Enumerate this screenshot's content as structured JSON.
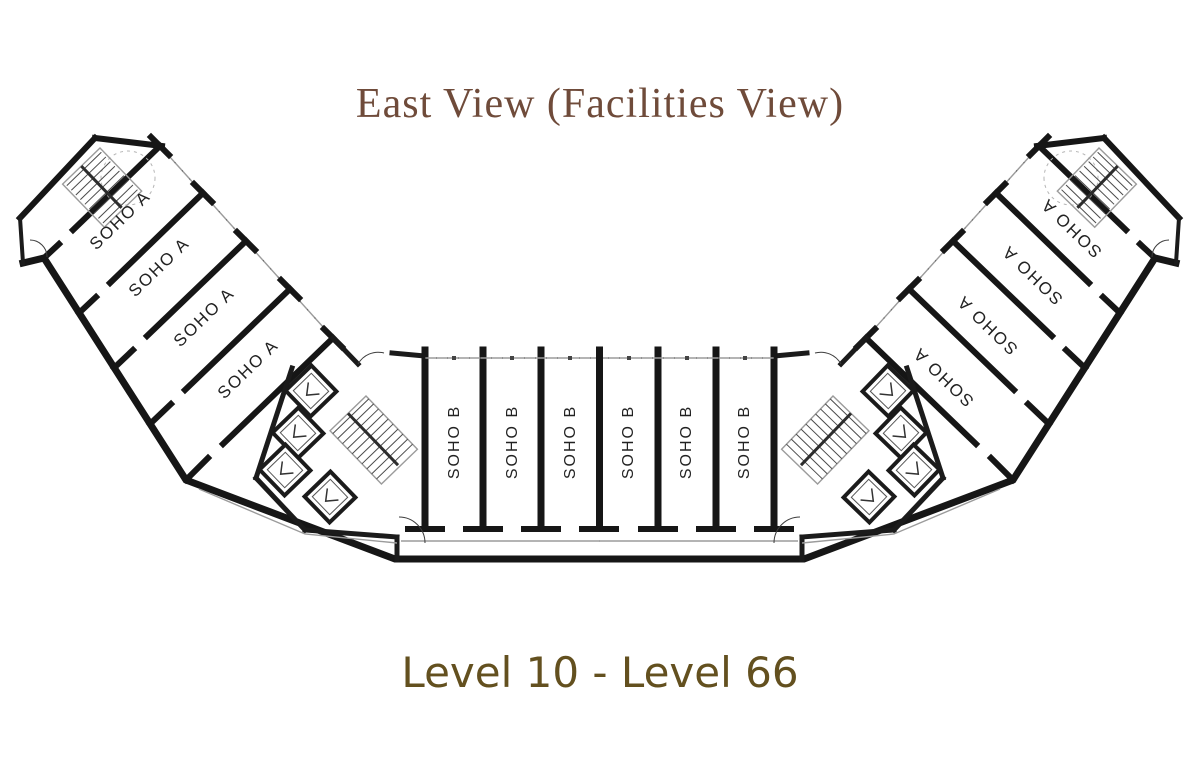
{
  "title": "East View (Facilities View)",
  "footer": {
    "label": "Level 10 - Level 66"
  },
  "plan": {
    "left_wing": {
      "units": [
        {
          "label": "SOHO A"
        },
        {
          "label": "SOHO A"
        },
        {
          "label": "SOHO A"
        },
        {
          "label": "SOHO A"
        }
      ]
    },
    "right_wing": {
      "units": [
        {
          "label": "SOHO A"
        },
        {
          "label": "SOHO A"
        },
        {
          "label": "SOHO A"
        },
        {
          "label": "SOHO A"
        }
      ]
    },
    "center_block": {
      "units": [
        {
          "label": "SOHO B"
        },
        {
          "label": "SOHO B"
        },
        {
          "label": "SOHO B"
        },
        {
          "label": "SOHO B"
        },
        {
          "label": "SOHO B"
        },
        {
          "label": "SOHO B"
        }
      ]
    }
  },
  "colors": {
    "background": "#ffffff",
    "wall": "#161616",
    "thin_line": "#9b9b9b",
    "title_text": "#6F4B3A",
    "footer_text": "#63501F"
  }
}
